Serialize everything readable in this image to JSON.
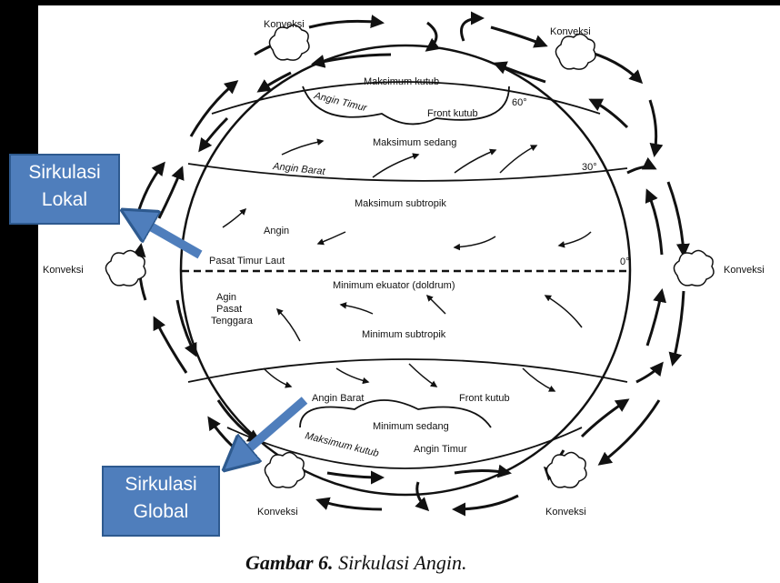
{
  "labels": {
    "konveksi": "Konveksi",
    "maksimum_kutub": "Maksimum kutub",
    "angin_timur": "Angin Timur",
    "front_kutub": "Front kutub",
    "deg60": "60°",
    "maksimum_sedang": "Maksimum sedang",
    "angin_barat": "Angin Barat",
    "deg30": "30°",
    "maksimum_subtropik": "Maksimum subtropik",
    "angin": "Angin",
    "pasat_timur_laut": "Pasat Timur Laut",
    "deg0": "0°",
    "minimum_ekuator": "Minimum ekuator (doldrum)",
    "agin": "Agin",
    "pasat": "Pasat",
    "tenggara": "Tenggara",
    "minimum_subtropik": "Minimum subtropik",
    "angin_barat_s": "Angin Barat",
    "front_kutub_s": "Front kutub",
    "minimum_sedang": "Minimum sedang",
    "maksimum_kutub_s": "Maksimum kutub",
    "angin_timur_s": "Angin Timur"
  },
  "callouts": {
    "lokal": [
      "Sirkulasi",
      "Lokal"
    ],
    "global": [
      "Sirkulasi",
      "Global"
    ]
  },
  "caption": {
    "figure": "Gambar 6.",
    "title": "Sirkulasi Angin."
  },
  "colors": {
    "callout_fill": "#4f7ebc",
    "callout_border": "#2e5a8f",
    "line": "#111111"
  }
}
